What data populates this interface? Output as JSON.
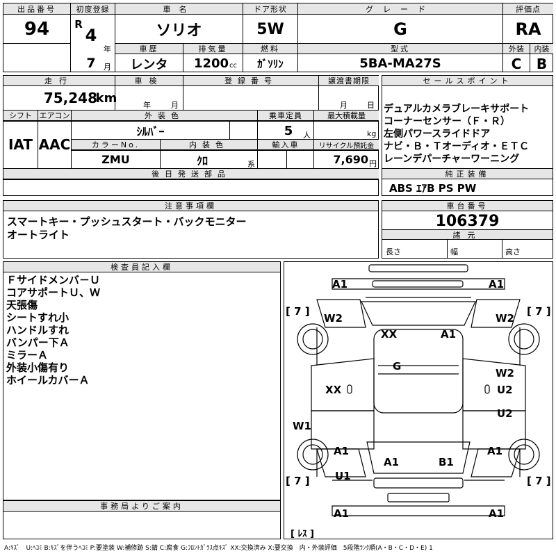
{
  "header": {
    "lot_no_label": "出品番号",
    "lot_no": "94",
    "first_reg_label": "初度登録",
    "era": "R",
    "year": "4",
    "year_unit": "年",
    "month": "7",
    "month_unit": "月",
    "car_name_label": "車名",
    "car_name": "ソリオ",
    "door_label": "ドア形状",
    "door": "5W",
    "grade_label": "グレード",
    "grade": "G",
    "score_label": "評価点",
    "score": "RA",
    "history_label": "車歴",
    "history": "レンタ",
    "displacement_label": "排気量",
    "displacement": "1200",
    "displacement_unit": "cc",
    "fuel_label": "燃料",
    "fuel": "ｶﾞｿﾘﾝ",
    "model_label": "型式",
    "model": "5BA-MA27S",
    "exterior_label": "外装",
    "exterior": "C",
    "interior_label": "内装",
    "interior": "B"
  },
  "row2": {
    "mileage_label": "走行",
    "mileage": "75,248",
    "mileage_unit": "km",
    "inspection_label": "車検",
    "insp_year_unit": "年",
    "insp_month_unit": "月",
    "reg_no_label": "登録番号",
    "transfer_label": "譲渡書期限",
    "tr_month_unit": "月",
    "tr_day_unit": "日",
    "shift_label": "シフト",
    "shift": "IAT",
    "ac_label": "エアコン",
    "ac": "AAC",
    "color_label": "外装色",
    "color": "ｼﾙﾊﾞｰ",
    "seats_label": "乗車定員",
    "seats": "5",
    "seats_unit": "人",
    "load_label": "最大積載量",
    "load_unit": "kg",
    "color_no_label": "カラーNo.",
    "color_no": "ZMU",
    "interior_color_label": "内装色",
    "interior_color": "ｸﾛ",
    "interior_color_unit": "系",
    "import_label": "輸入車",
    "recycle_label": "リサイクル預託金",
    "recycle": "7,690",
    "recycle_unit": "円",
    "later_parts_label": "後日発送部品"
  },
  "sales": {
    "label": "セールスポイント",
    "points": [
      "デュアルカメラブレーキサポート",
      "コーナーセンサー（Ｆ・Ｒ）",
      "左側パワースライドドア",
      "ナビ・Ｂ・Ｔオーディオ・ＥＴＣ",
      "レーンデパーチャーワーニング"
    ]
  },
  "equipment": {
    "label": "純正装備",
    "value": "ABS ｴｱB PS PW"
  },
  "caution": {
    "label": "注意事項欄",
    "lines": [
      "スマートキー・プッシュスタート・バックモニター",
      "オートライト"
    ]
  },
  "chassis": {
    "label": "車台番号",
    "value": "106379",
    "spec_label": "諸元",
    "length": "長さ",
    "width": "幅",
    "height": "高さ"
  },
  "inspector": {
    "label": "検査員記入欄",
    "lines": [
      "Ｆサイドメンバ－Ｕ",
      "コアサポートＵ、Ｗ",
      "天張傷",
      "シートすれ小",
      "ハンドルすれ",
      "バンパー下Ａ",
      "ミラーＡ",
      "外装小傷有り",
      "ホイールカバーＡ"
    ]
  },
  "office": {
    "label": "事務局よりご案内"
  },
  "diagram": {
    "marks": [
      "A1",
      "A1",
      "[ 7 ]",
      "[ 7 ]",
      "W2",
      "W2",
      "XX",
      "A1",
      "G",
      "W2",
      "XX",
      "U2",
      "U2",
      "W1",
      "A1",
      "A1",
      "A1",
      "B1",
      "U1",
      "[ 7 ]",
      "[ 7 ]",
      "A1",
      "A1",
      "[ ﾚｽ ]"
    ]
  },
  "legend": "A:ｷｽﾞ　U:ﾍｺﾐ B:ｷｽﾞを伴うﾍｺﾐ P:要塗装 W:補修跡 S:錆 C:腐食 G:ﾌﾛﾝﾄｶﾞﾗｽ点ｷｽﾞ XX:交換済み X:要交換　内・外装評価　5段階ﾗﾝｸ順(A・B・C・D・E) 1"
}
